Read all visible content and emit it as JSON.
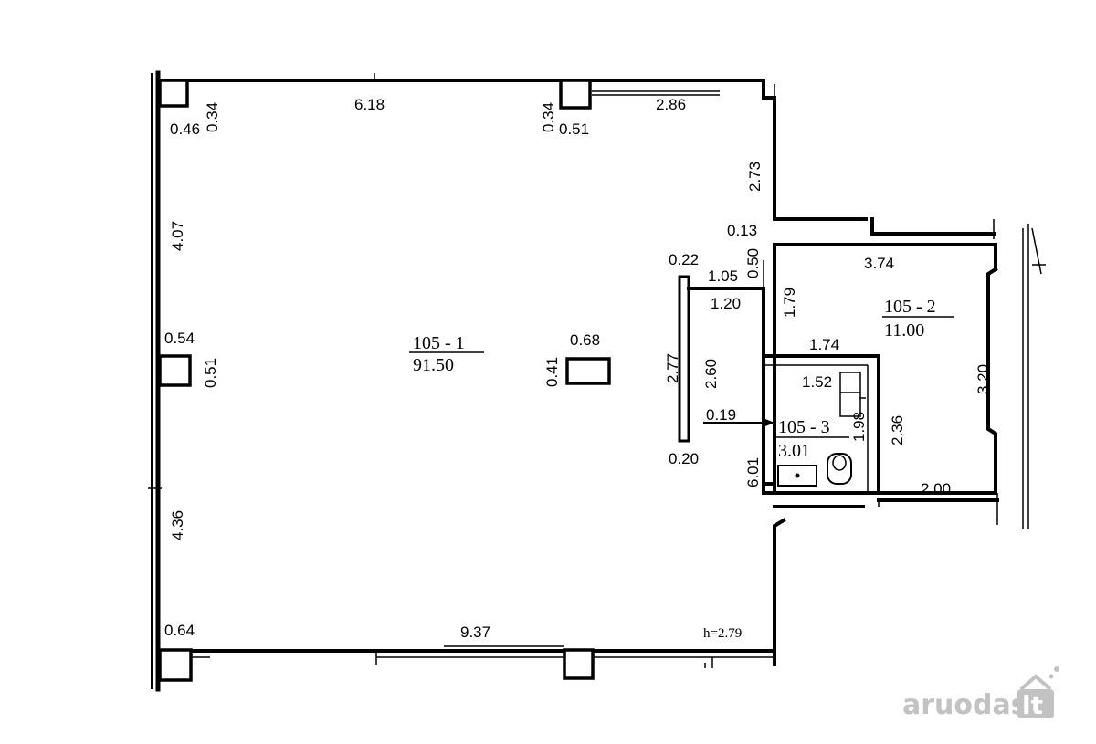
{
  "rooms": [
    {
      "id": "105 - 1",
      "area": "91.50"
    },
    {
      "id": "105 - 2",
      "area": "11.00"
    },
    {
      "id": "105 - 3",
      "area": "3.01"
    }
  ],
  "dimensions": {
    "d_046": "0.46",
    "d_034a": "0.34",
    "d_618": "6.18",
    "d_034b": "0.34",
    "d_051a": "0.51",
    "d_286": "2.86",
    "d_273": "2.73",
    "d_407": "4.07",
    "d_013": "0.13",
    "d_050": "0.50",
    "d_022": "0.22",
    "d_105": "1.05",
    "d_374": "3.74",
    "d_120": "1.20",
    "d_179": "1.79",
    "d_054": "0.54",
    "d_051b": "0.51",
    "d_068": "0.68",
    "d_041": "0.41",
    "d_277": "2.77",
    "d_260": "2.60",
    "d_174": "1.74",
    "d_152": "1.52",
    "d_198": "1.98",
    "d_236": "2.36",
    "d_320": "3.20",
    "d_019": "0.19",
    "d_020": "0.20",
    "d_601": "6.01",
    "d_200": "2.00",
    "d_436": "4.36",
    "d_064": "0.64",
    "d_937": "9.37"
  },
  "ceiling_height": "h=2.79",
  "watermark": {
    "name": "aruodas",
    "tld": "lt",
    "color_text": "#c2c2c2",
    "color_tld_bg": "#c2c2c2"
  }
}
